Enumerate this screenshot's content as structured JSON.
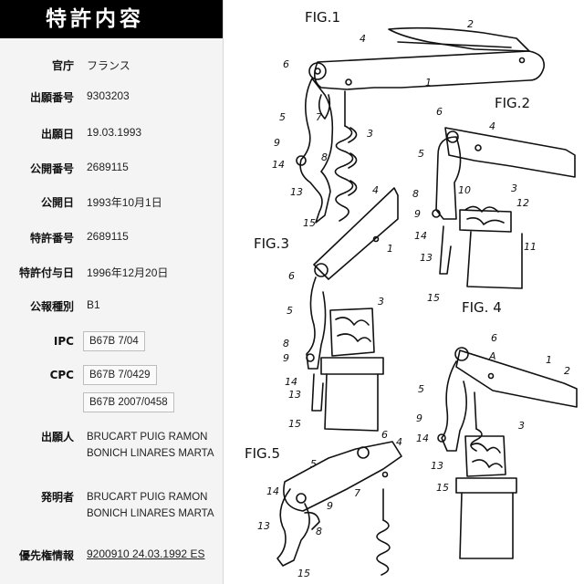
{
  "panel": {
    "title": "特許内容",
    "fields": {
      "office": {
        "label": "官庁",
        "value": "フランス"
      },
      "application_number": {
        "label": "出願番号",
        "value": "9303203"
      },
      "application_date": {
        "label": "出願日",
        "value": "19.03.1993"
      },
      "publication_number": {
        "label": "公開番号",
        "value": "2689115"
      },
      "publication_date": {
        "label": "公開日",
        "value": "1993年10月1日"
      },
      "patent_number": {
        "label": "特許番号",
        "value": "2689115"
      },
      "grant_date": {
        "label": "特許付与日",
        "value": "1996年12月20日"
      },
      "kind": {
        "label": "公報種別",
        "value": "B1"
      },
      "ipc": {
        "label": "IPC",
        "codes": [
          "B67B 7/04"
        ]
      },
      "cpc": {
        "label": "CPC",
        "codes": [
          "B67B 7/0429",
          "B67B 2007/0458"
        ]
      },
      "applicants": {
        "label": "出願人",
        "names": [
          "BRUCART PUIG RAMON",
          "BONICH LINARES MARTA"
        ]
      },
      "inventors": {
        "label": "発明者",
        "names": [
          "BRUCART PUIG RAMON",
          "BONICH LINARES MARTA"
        ]
      },
      "priority": {
        "label": "優先権情報",
        "value": "9200910 24.03.1992 ES"
      }
    }
  },
  "drawing": {
    "figure_labels": [
      "FIG.1",
      "FIG.2",
      "FIG.3",
      "FIG. 4",
      "FIG.5"
    ],
    "fig1_numbers": [
      "1",
      "2",
      "3",
      "4",
      "5",
      "6",
      "7",
      "8",
      "9",
      "13",
      "14",
      "15"
    ],
    "fig2_numbers": [
      "3",
      "4",
      "5",
      "6",
      "8",
      "9",
      "10",
      "11",
      "12",
      "13",
      "14",
      "15"
    ],
    "fig3_numbers": [
      "1",
      "3",
      "4",
      "5",
      "6",
      "8",
      "9",
      "13",
      "14",
      "15"
    ],
    "fig4_numbers": [
      "1",
      "2",
      "3",
      "5",
      "6",
      "9",
      "13",
      "14",
      "15",
      "A"
    ],
    "fig5_numbers": [
      "4",
      "5",
      "6",
      "7",
      "8",
      "9",
      "13",
      "14",
      "15"
    ]
  }
}
